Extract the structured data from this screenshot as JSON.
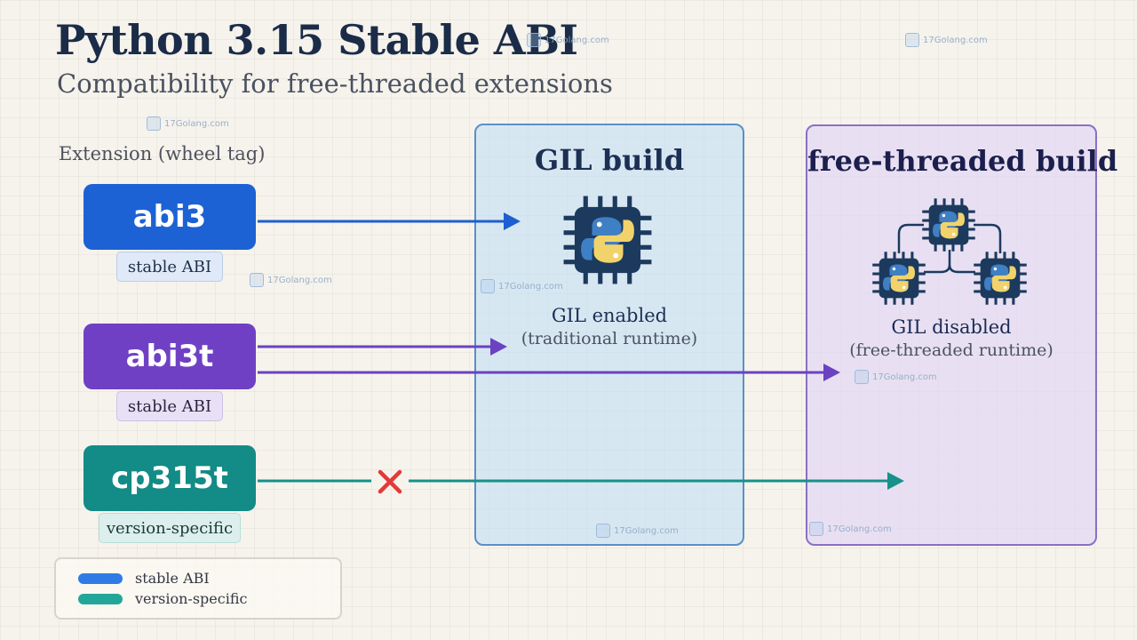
{
  "header": {
    "title": "Python 3.15 Stable ABI",
    "subtitle": "Compatibility for free-threaded extensions"
  },
  "extensions": {
    "heading": "Extension (wheel tag)",
    "items": [
      {
        "tag": "abi3",
        "kind": "stable ABI",
        "color": "#1d62d4"
      },
      {
        "tag": "abi3t",
        "kind": "stable ABI",
        "color": "#7040c4"
      },
      {
        "tag": "cp315t",
        "kind": "version-specific",
        "color": "#138b86"
      }
    ]
  },
  "builds": {
    "gil": {
      "title": "GIL build",
      "status": "GIL enabled",
      "description": "(traditional runtime)",
      "accent": "#5a8fc8"
    },
    "free_threaded": {
      "title": "free-threaded build",
      "status": "GIL disabled",
      "description": "(free-threaded runtime)",
      "accent": "#8a70c4"
    }
  },
  "legend": {
    "items": [
      {
        "label": "stable ABI",
        "color": "#2e7be6"
      },
      {
        "label": "version-specific",
        "color": "#23a69a"
      }
    ]
  },
  "watermark": {
    "text": "17Golang.com"
  },
  "colors": {
    "chip_body": "#1c3a5e",
    "python_blue": "#3f7fc4",
    "python_yellow": "#f2d36b",
    "incompatible_mark": "#e23a3a"
  }
}
